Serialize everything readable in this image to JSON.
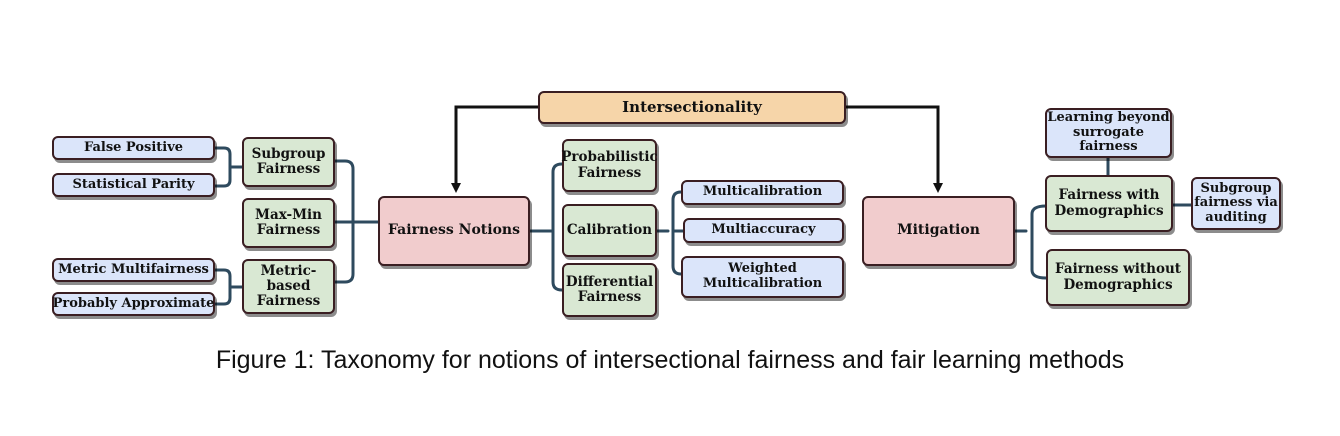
{
  "nodes": {
    "intersectionality": "Intersectionality",
    "fairness_notions": "Fairness Notions",
    "mitigation": "Mitigation",
    "subgroup_fairness": "Subgroup\nFairness",
    "maxmin_fairness": "Max-Min\nFairness",
    "metric_based_fairness": "Metric-based\nFairness",
    "false_positive": "False Positive",
    "statistical_parity": "Statistical Parity",
    "metric_multifairness": "Metric Multifairness",
    "probably_approximate": "Probably Approximate",
    "probabilistic_fairness": "Probabilistic\nFairness",
    "calibration": "Calibration",
    "differential_fairness": "Differential\nFairness",
    "multicalibration": "Multicalibration",
    "multiaccuracy": "Multiaccuracy",
    "weighted_multicalibration": "Weighted\nMulticalibration",
    "learning_beyond": "Learning beyond\nsurrogate\nfairness",
    "fairness_with_demographics": "Fairness with\nDemographics",
    "subgroup_fairness_auditing": "Subgroup\nfairness via\nauditing",
    "fairness_without_demographics": "Fairness without\nDemographics"
  },
  "caption": "Figure 1: Taxonomy for notions of intersectional fairness and fair learning methods",
  "colors": {
    "connector": "#2e4a5e",
    "arrow": "#111111",
    "border": "#3a1e22",
    "blue_fill": "#dbe5fa",
    "green_fill": "#d9e8d3",
    "pink_fill": "#f1cccd",
    "orange_fill": "#f6d5a9"
  }
}
